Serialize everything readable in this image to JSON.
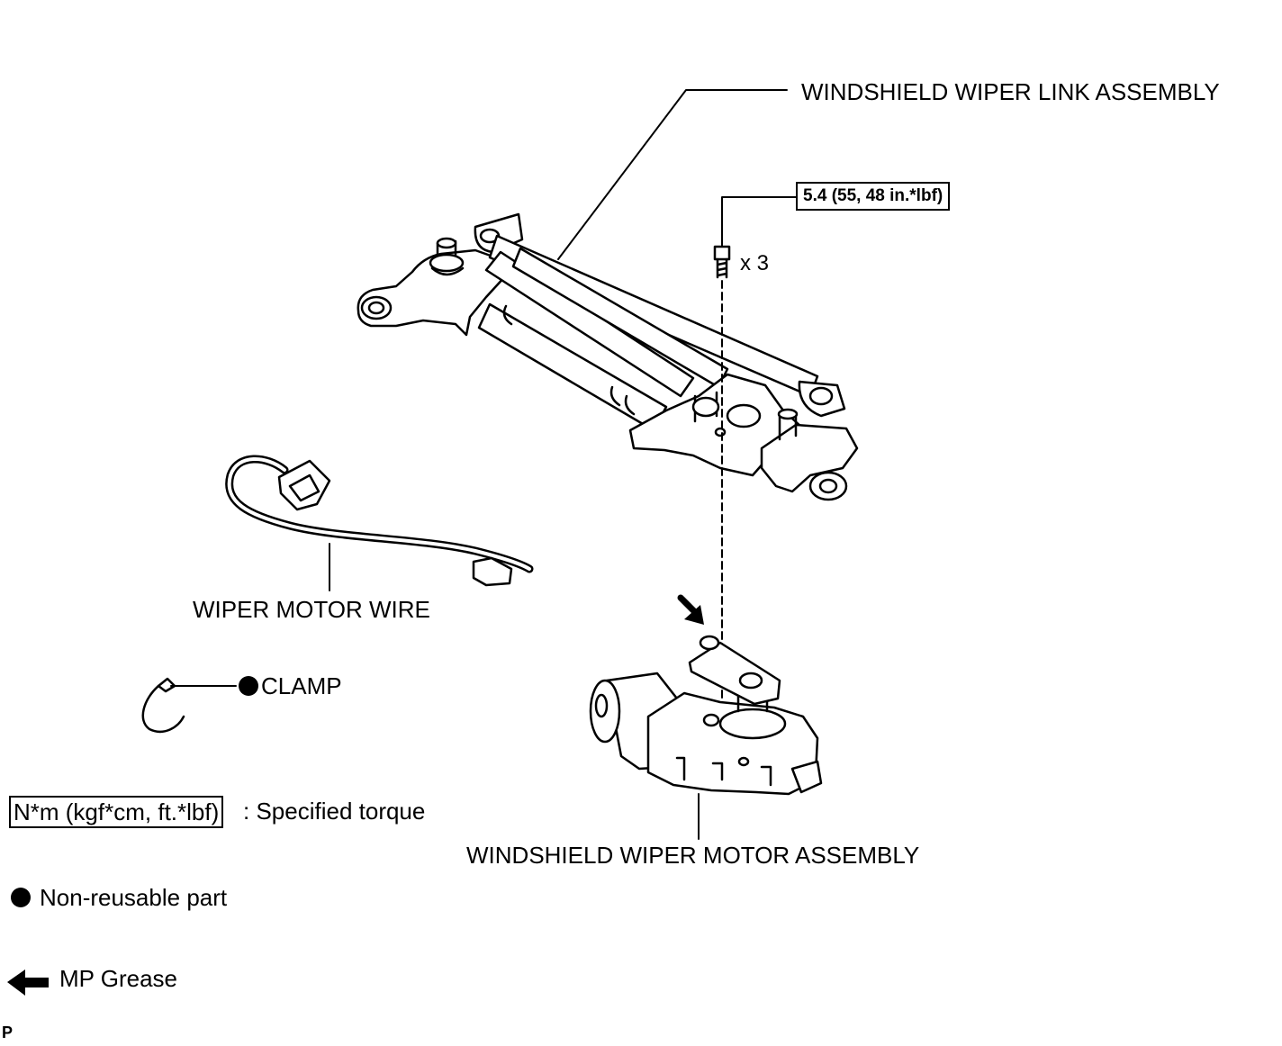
{
  "labels": {
    "link_assembly": "WINDSHIELD WIPER LINK ASSEMBLY",
    "torque_value": "5.4 (55, 48 in.*lbf)",
    "bolt_qty": "x 3",
    "motor_wire": "WIPER MOTOR WIRE",
    "clamp": "CLAMP",
    "motor_assembly": "WINDSHIELD WIPER MOTOR ASSEMBLY"
  },
  "legend": {
    "torque_units": "N*m (kgf*cm, ft.*lbf)",
    "torque_desc": ": Specified torque",
    "non_reusable": "Non-reusable part",
    "grease": "MP Grease"
  },
  "page_code": "P",
  "icons": {
    "non_reusable": "filled-circle-icon",
    "grease": "left-arrow-icon",
    "grease_point": "diagonal-arrow-icon"
  }
}
